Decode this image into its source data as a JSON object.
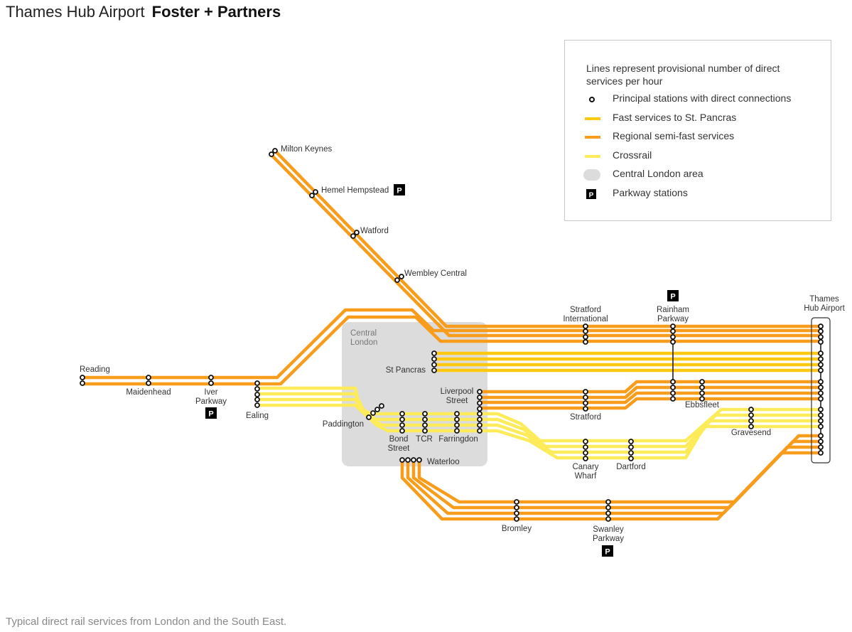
{
  "header": {
    "title": "Thames Hub Airport",
    "brand": "Foster + Partners"
  },
  "footer": {
    "caption": "Typical direct rail services from London and the South East."
  },
  "colors": {
    "fast": "#FDC910",
    "regional": "#F89C1C",
    "crossrail": "#FDEB5A",
    "central_area": "#DCDCDC",
    "station_stroke": "#111111",
    "parkway_bg": "#000000"
  },
  "legend": {
    "intro": "Lines represent provisional number of direct services per hour",
    "items": [
      {
        "icon": "station-circle-icon",
        "label": "Principal stations with direct connections"
      },
      {
        "icon": "fast-line-icon",
        "label": "Fast services to St. Pancras"
      },
      {
        "icon": "regional-line-icon",
        "label": "Regional semi-fast services"
      },
      {
        "icon": "crossrail-line-icon",
        "label": "Crossrail"
      },
      {
        "icon": "central-area-icon",
        "label": "Central London area"
      },
      {
        "icon": "parkway-icon",
        "label": "Parkway stations"
      }
    ]
  },
  "map": {
    "central_area_label": [
      "Central",
      "London"
    ],
    "parkway_symbol": "P",
    "stations": {
      "milton_keynes": [
        "Milton Keynes"
      ],
      "hemel_hempstead": [
        "Hemel Hempstead"
      ],
      "watford": [
        "Watford"
      ],
      "wembley_central": [
        "Wembley Central"
      ],
      "reading": [
        "Reading"
      ],
      "maidenhead": [
        "Maidenhead"
      ],
      "iver_parkway": [
        "Iver",
        "Parkway"
      ],
      "ealing": [
        "Ealing"
      ],
      "paddington": [
        "Paddington"
      ],
      "st_pancras": [
        "St Pancras"
      ],
      "liverpool_street": [
        "Liverpool",
        "Street"
      ],
      "bond_street": [
        "Bond",
        "Street"
      ],
      "tcr": [
        "TCR"
      ],
      "farringdon": [
        "Farringdon"
      ],
      "waterloo": [
        "Waterloo"
      ],
      "stratford_international": [
        "Stratford",
        "International"
      ],
      "rainham_parkway": [
        "Rainham",
        "Parkway"
      ],
      "stratford": [
        "Stratford"
      ],
      "ebbsfleet": [
        "Ebbsfleet"
      ],
      "gravesend": [
        "Gravesend"
      ],
      "canary_wharf": [
        "Canary",
        "Wharf"
      ],
      "dartford": [
        "Dartford"
      ],
      "bromley": [
        "Bromley"
      ],
      "swanley_parkway": [
        "Swanley",
        "Parkway"
      ],
      "thames_hub_airport": [
        "Thames",
        "Hub Airport"
      ]
    },
    "routes": [
      {
        "name": "west-coast-regional",
        "type": "regional",
        "services_per_hour": 2,
        "stops": [
          "Milton Keynes",
          "Hemel Hempstead",
          "Watford",
          "Wembley Central",
          "Stratford International",
          "Rainham Parkway",
          "Thames Hub Airport"
        ]
      },
      {
        "name": "great-western-regional",
        "type": "regional",
        "services_per_hour": 2,
        "stops": [
          "Reading",
          "Maidenhead",
          "Iver Parkway",
          "Stratford International",
          "Rainham Parkway",
          "Thames Hub Airport"
        ]
      },
      {
        "name": "st-pancras-fast",
        "type": "fast",
        "services_per_hour": 4,
        "stops": [
          "St Pancras",
          "Thames Hub Airport"
        ]
      },
      {
        "name": "liverpool-street-regional",
        "type": "regional",
        "services_per_hour": 4,
        "stops": [
          "Liverpool Street",
          "Stratford",
          "Rainham Parkway",
          "Ebbsfleet",
          "Thames Hub Airport"
        ]
      },
      {
        "name": "crossrail",
        "type": "crossrail",
        "services_per_hour": 4,
        "stops": [
          "Ealing",
          "Paddington",
          "Bond Street",
          "TCR",
          "Farringdon",
          "Liverpool Street",
          "Canary Wharf",
          "Dartford",
          "Gravesend",
          "Thames Hub Airport"
        ]
      },
      {
        "name": "waterloo-regional",
        "type": "regional",
        "services_per_hour": 4,
        "stops": [
          "Waterloo",
          "Bromley",
          "Swanley Parkway",
          "Thames Hub Airport"
        ]
      }
    ]
  }
}
